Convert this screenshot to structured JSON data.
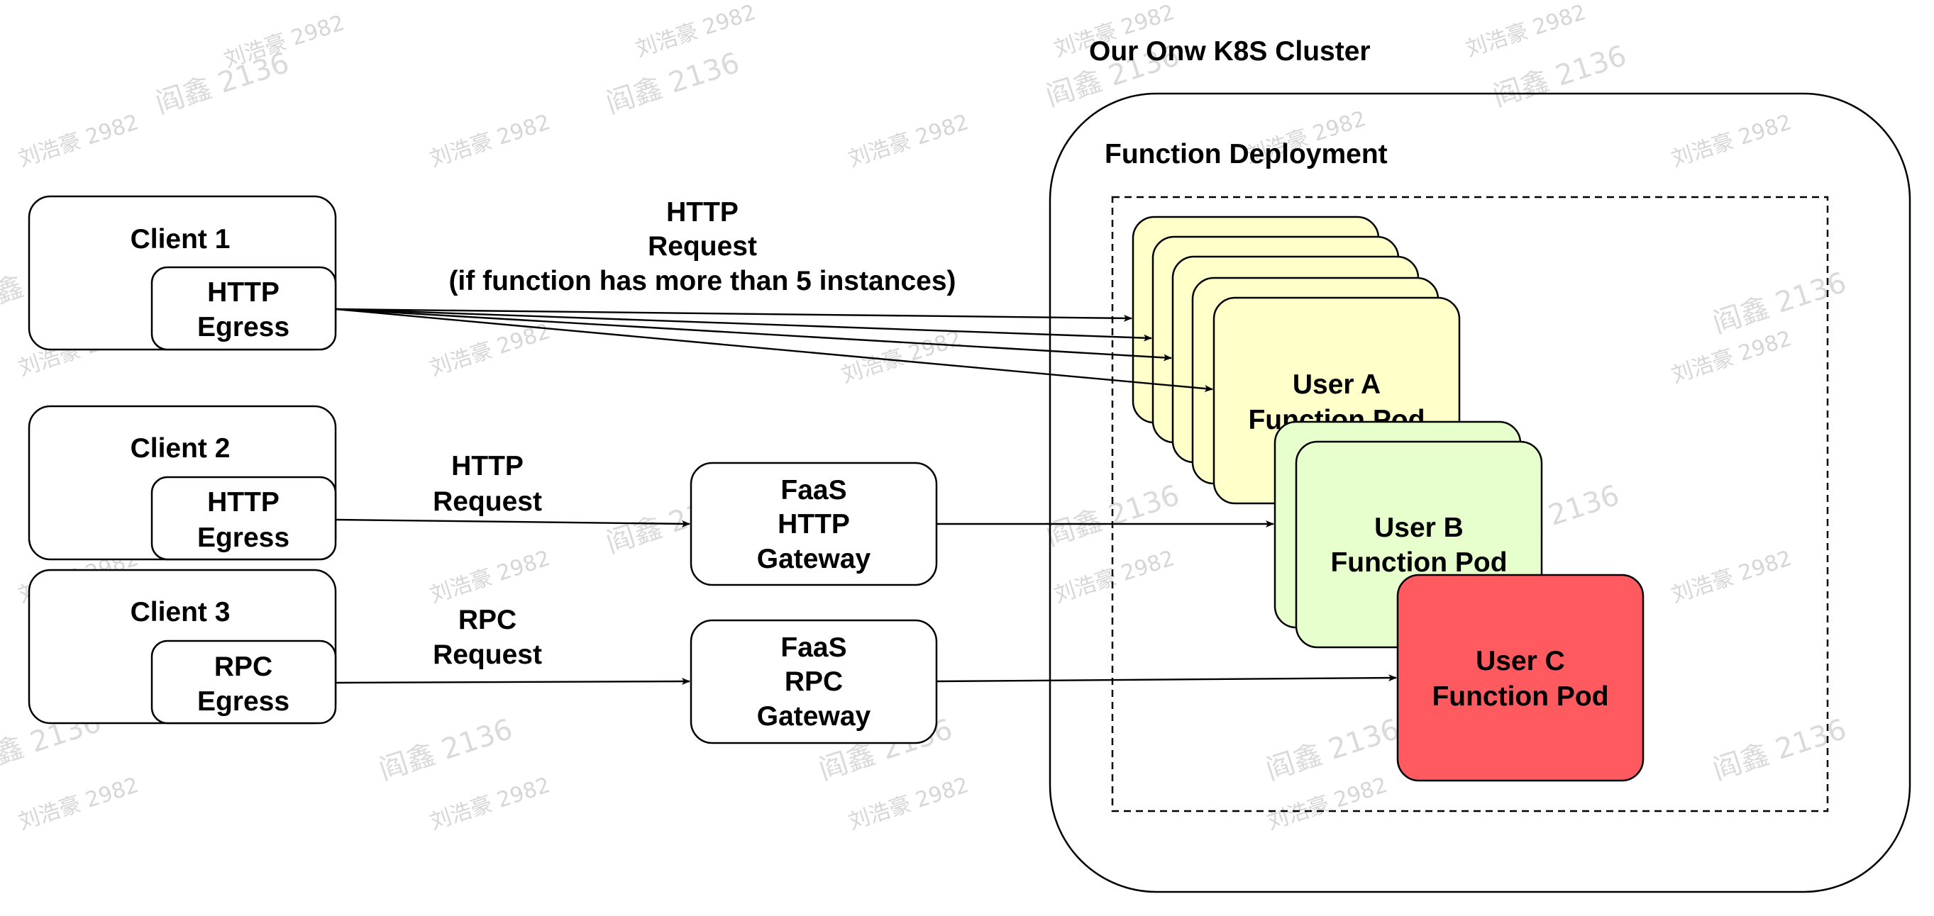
{
  "cluster": {
    "title": "Our Onw K8S Cluster"
  },
  "deployment": {
    "title": "Function Deployment"
  },
  "clients": [
    {
      "name": "Client 1",
      "egress_line1": "HTTP",
      "egress_line2": "Egress"
    },
    {
      "name": "Client 2",
      "egress_line1": "HTTP",
      "egress_line2": "Egress"
    },
    {
      "name": "Client 3",
      "egress_line1": "RPC",
      "egress_line2": "Egress"
    }
  ],
  "edge_labels": {
    "client1": {
      "line1": "HTTP",
      "line2": "Request",
      "line3": "(if function has more than 5 instances)"
    },
    "client2": {
      "line1": "HTTP",
      "line2": "Request"
    },
    "client3": {
      "line1": "RPC",
      "line2": "Request"
    }
  },
  "gateways": {
    "http": {
      "line1": "FaaS",
      "line2": "HTTP",
      "line3": "Gateway"
    },
    "rpc": {
      "line1": "FaaS",
      "line2": "RPC",
      "line3": "Gateway"
    }
  },
  "pods": {
    "user_a": {
      "line1": "User A",
      "line2": "Function Pod",
      "fill": "#ffffc9"
    },
    "user_b": {
      "line1": "User B",
      "line2": "Function Pod",
      "fill": "#e6ffcc"
    },
    "user_c": {
      "line1": "User C",
      "line2": "Function Pod",
      "fill": "#ff5a5f"
    }
  },
  "watermarks": {
    "a": "刘浩豪 2982",
    "b": "阎鑫 2136"
  }
}
